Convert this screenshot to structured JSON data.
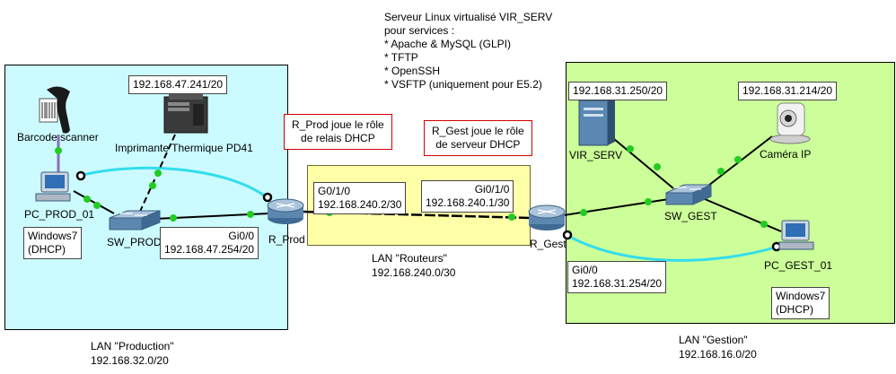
{
  "server_info": {
    "lines": [
      "Serveur Linux virtualisé VIR_SERV",
      "pour services :",
      "* Apache & MySQL (GLPI)",
      "* TFTP",
      "* OpenSSH",
      "* VSFTP (uniquement pour E5.2)"
    ]
  },
  "notes": {
    "r_prod_role": [
      "R_Prod joue le rôle",
      "de relais DHCP"
    ],
    "r_gest_role": [
      "R_Gest joue le rôle",
      "de serveur DHCP"
    ]
  },
  "zones": {
    "production": {
      "name": "LAN \"Production\"",
      "network": "192.168.32.0/20"
    },
    "routeurs": {
      "name": "LAN \"Routeurs\"",
      "network": "192.168.240.0/30"
    },
    "gestion": {
      "name": "LAN \"Gestion\"",
      "network": "192.168.16.0/20"
    }
  },
  "devices": {
    "barcode": {
      "label": "Barcode scanner"
    },
    "printer": {
      "label": "Imprimante Thermique PD41",
      "ip": "192.168.47.241/20"
    },
    "pc_prod": {
      "label": "PC_PROD_01",
      "os": [
        "Windows7",
        "(DHCP)"
      ]
    },
    "sw_prod": {
      "label": "SW_PROD"
    },
    "r_prod": {
      "label": "R_Prod",
      "if_lan": "Gi0/0",
      "ip_lan": "192.168.47.254/20",
      "if_wan": "G0/1/0",
      "ip_wan": "192.168.240.2/30"
    },
    "r_gest": {
      "label": "R_Gest",
      "if_wan": "Gi0/1/0",
      "ip_wan": "192.168.240.1/30",
      "if_lan": "Gi0/0",
      "ip_lan": "192.168.31.254/20"
    },
    "vir_serv": {
      "label": "VIR_SERV",
      "ip": "192.168.31.250/20"
    },
    "camera": {
      "label": "Caméra IP",
      "ip": "192.168.31.214/20"
    },
    "sw_gest": {
      "label": "SW_GEST"
    },
    "pc_gest": {
      "label": "PC_GEST_01",
      "os": [
        "Windows7",
        "(DHCP)"
      ]
    }
  },
  "colors": {
    "prod_zone": "#ccfbff",
    "gest_zone": "#ccff99",
    "routeurs_zone": "#ffffa8",
    "link": "#000000",
    "port_up": "#22cc22",
    "console_link": "#33ddee",
    "serial_link": "#8a6fb5",
    "note_border": "#d40000"
  }
}
